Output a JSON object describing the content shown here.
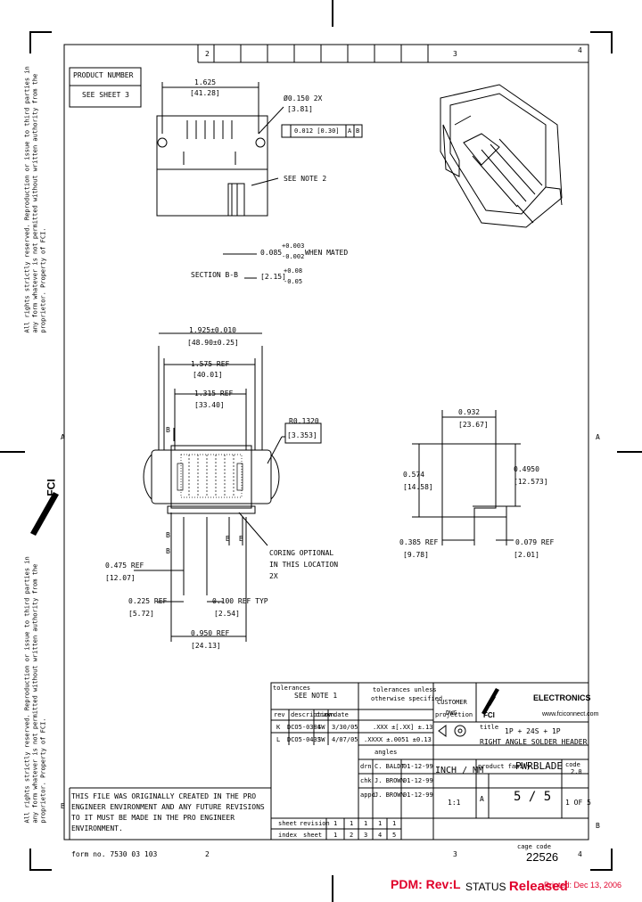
{
  "sheet": {
    "zones_top": [
      "2",
      "3",
      "4"
    ],
    "zones_bottom": [
      "2",
      "3",
      "4"
    ],
    "zone_left_a": "A",
    "zone_right_a": "A",
    "zone_right_b": "B",
    "zone_left_b": "B"
  },
  "product_box": {
    "title": "PRODUCT NUMBER",
    "value": "SEE SHEET 3"
  },
  "top_view": {
    "dim_1625": "1.625",
    "dim_4128": "[41.28]",
    "hole": "Ø0.150 2X",
    "hole_mm": "[3.81]",
    "tol": "0.012 [0.30]",
    "datum_a": "A",
    "datum_b": "B",
    "note2": "SEE NOTE 2",
    "mated_a": "0.085",
    "mated_a_tol_up": "+0.003",
    "mated_a_tol_dn": "-0.002",
    "mated_label": "WHEN MATED",
    "mated_b": "[2.15]",
    "mated_b_tol_up": "+0.08",
    "mated_b_tol_dn": "-0.05",
    "section": "SECTION B-B"
  },
  "front_view": {
    "d1": "1.925±0.010",
    "d1mm": "[48.90±0.25]",
    "d2": "1.575 REF",
    "d2mm": "[40.01]",
    "d3": "1.315 REF",
    "d3mm": "[33.40]",
    "radius": "R0.1320",
    "radius_mm": "[3.353]",
    "b_label": "B",
    "d4": "0.475 REF",
    "d4mm": "[12.07]",
    "d5": "0.225 REF",
    "d5mm": "[5.72]",
    "d6": "0.100 REF TYP",
    "d6mm": "[2.54]",
    "d7": "0.950 REF",
    "d7mm": "[24.13]",
    "coring1": "CORING OPTIONAL",
    "coring2": "IN THIS LOCATION",
    "coring3": "2X"
  },
  "side_view": {
    "w": "0.932",
    "wmm": "[23.67]",
    "h": "0.574",
    "hmm": "[14.58]",
    "h2": "0.4950",
    "h2mm": "[12.573]",
    "b1": "0.385 REF",
    "b1mm": "[9.78]",
    "b2": "0.079 REF",
    "b2mm": "[2.01]"
  },
  "title_block": {
    "tol_label": "tolerances",
    "see_note": "SEE NOTE 1",
    "tol_note1": "tolerances unless",
    "tol_note2": "otherwise specified",
    "customer": "CUSTOMER",
    "dwg": "DWG",
    "brand": "FCI",
    "electronics": "ELECTRONICS",
    "web": "www.fciconnect.com",
    "rev_head": [
      "rev",
      "description",
      "drawn",
      "date"
    ],
    "revisions": [
      {
        "rev": "K",
        "desc": "DCO5-0384",
        "by": "SW",
        "date": "3/30/05"
      },
      {
        "rev": "L",
        "desc": "DCO5-0433",
        "by": "SW",
        "date": "4/07/05"
      }
    ],
    "x_tol1": ".XXX ±[.XX] ±.13",
    "x_tol2": ".XXXX ±.0051 ±0.13",
    "angles": "angles",
    "projection": "projection",
    "title_label": "title",
    "title1": "1P + 24S + 1P",
    "title2": "RIGHT ANGLE SOLDER HEADER",
    "prod_family_label": "product family",
    "prod_family": "PWRBLADE",
    "code_label": "code",
    "code": "2.0",
    "drawn_rows": [
      {
        "role": "drn",
        "name": "C. BALDT",
        "date": "01-12-99"
      },
      {
        "role": "chk",
        "name": "J. BROWN",
        "date": "01-12-99"
      },
      {
        "role": "appd",
        "name": "J. BROWN",
        "date": "01-12-99"
      }
    ],
    "units": "INCH / MM",
    "scale": "1:1",
    "size": "A",
    "dwg_no": "5 / 5",
    "sheet": "1 OF 5",
    "sheet_rev_head": [
      "sheet",
      "revision"
    ],
    "sheet_rev_vals": [
      "1",
      "1",
      "1",
      "1",
      "1"
    ],
    "sheet_nums": [
      "1",
      "2",
      "3",
      "4",
      "5"
    ],
    "index_label": "index",
    "sheet_label": "sheet",
    "cage": "cage code",
    "dwg_number": "22526"
  },
  "notes": {
    "pro_note": "THIS FILE WAS ORIGINALLY CREATED IN THE PRO ENGINEER ENVIRONMENT AND ANY FUTURE REVISIONS TO IT MUST BE MADE IN THE PRO ENGINEER ENVIRONMENT.",
    "form": "form no. 7530 03 103"
  },
  "footer": {
    "pdm": "PDM: Rev:L",
    "status_label": "STATUS",
    "status_value": "Released",
    "printed": "Printed: Dec 13, 2006"
  },
  "side_text": "All rights strictly reserved. Reproduction or issue to third parties in any form whatever is not permitted without written authority from the proprietor. Property of FCI."
}
